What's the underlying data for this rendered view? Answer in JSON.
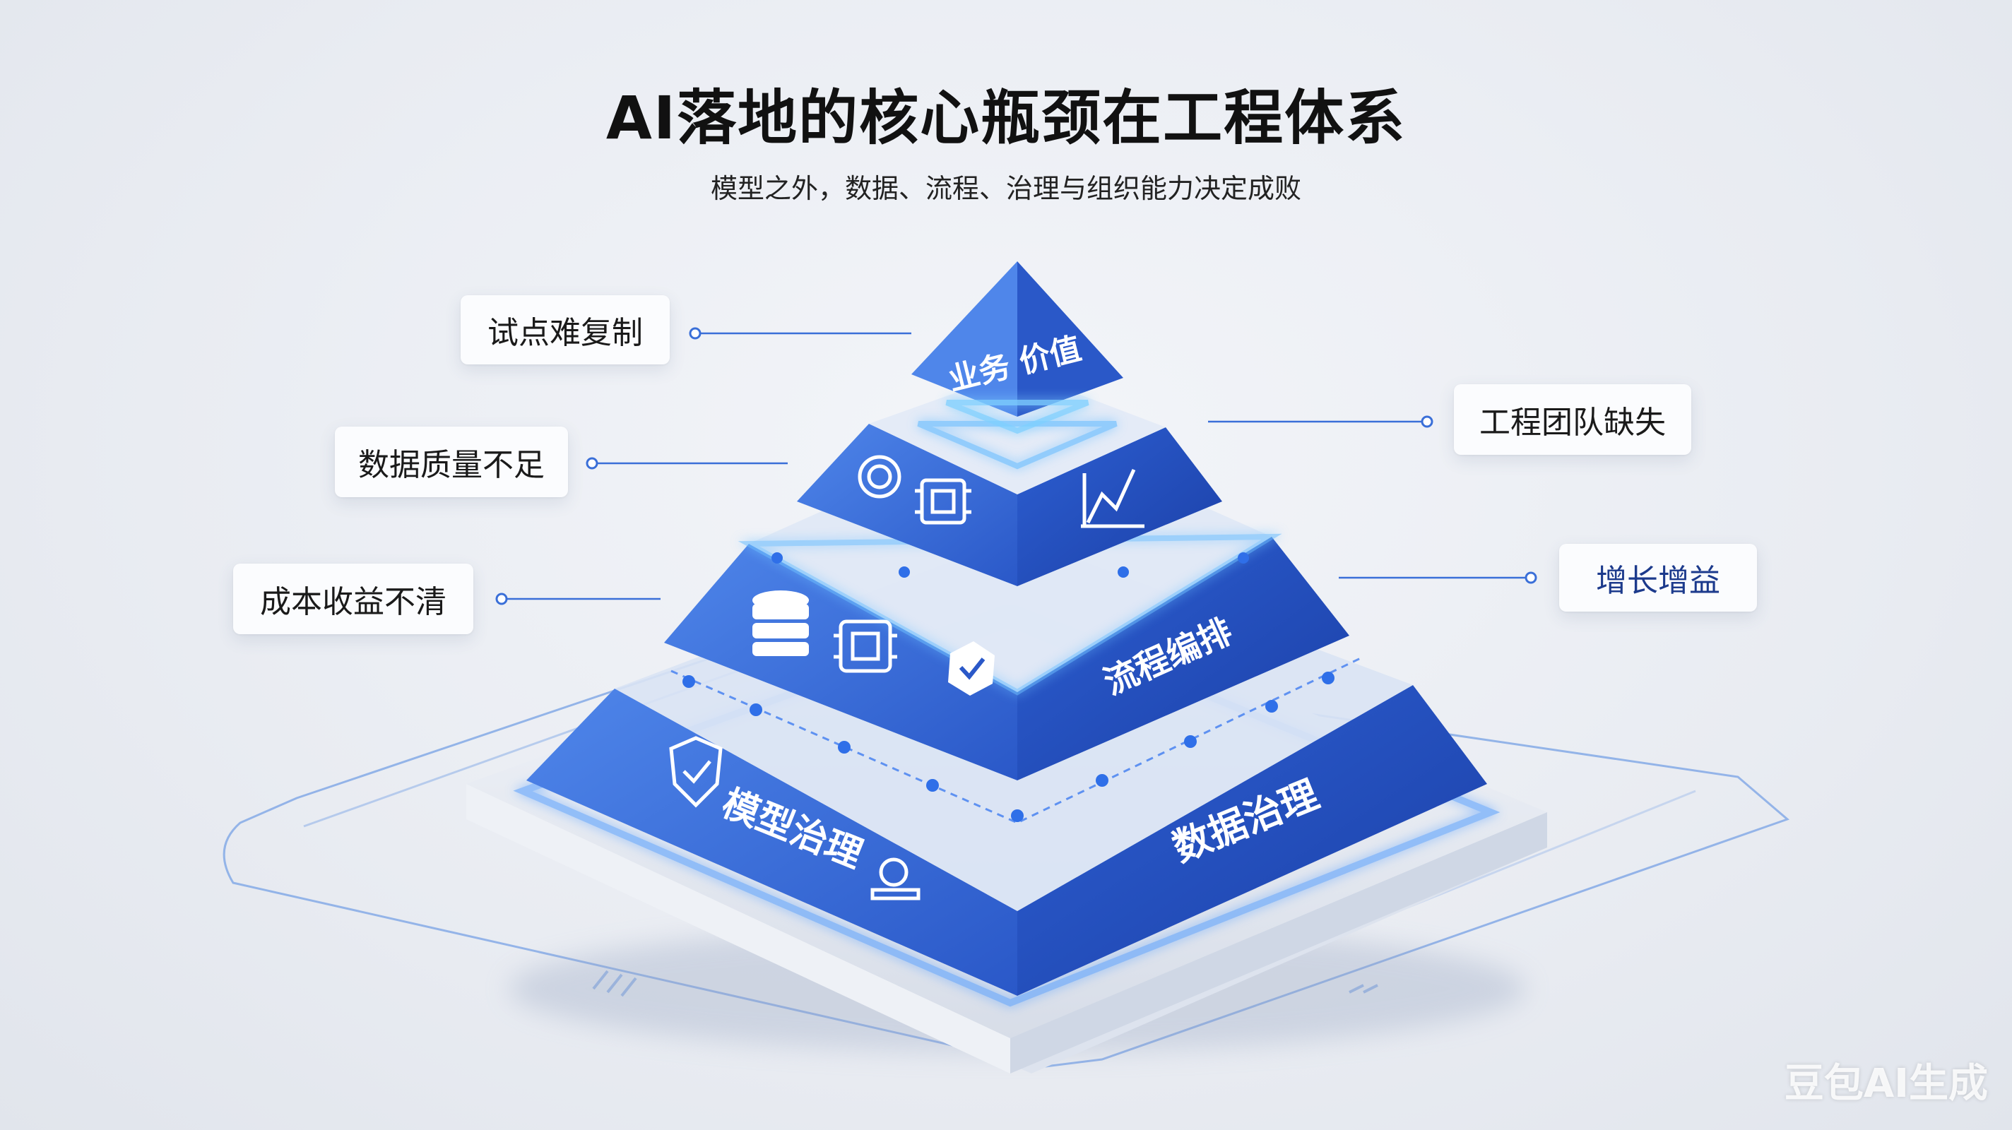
{
  "header": {
    "title": "AI落地的核心瓶颈在工程体系",
    "subtitle": "模型之外，数据、流程、治理与组织能力决定成败"
  },
  "pyramid": {
    "top": "业务 价值",
    "middle_top": "",
    "middle_right": "流程编排",
    "bottom_left": "模型治理",
    "bottom_right": "数据治理"
  },
  "callouts": {
    "left": [
      "试点难复制",
      "数据质量不足",
      "成本收益不清"
    ],
    "right": [
      "工程团队缺失",
      "增长增益"
    ]
  },
  "watermark": "豆包AI生成",
  "colors": {
    "accent": "#2f63d6",
    "accent_dark": "#1f45b0",
    "glow": "#5fb0ff"
  }
}
